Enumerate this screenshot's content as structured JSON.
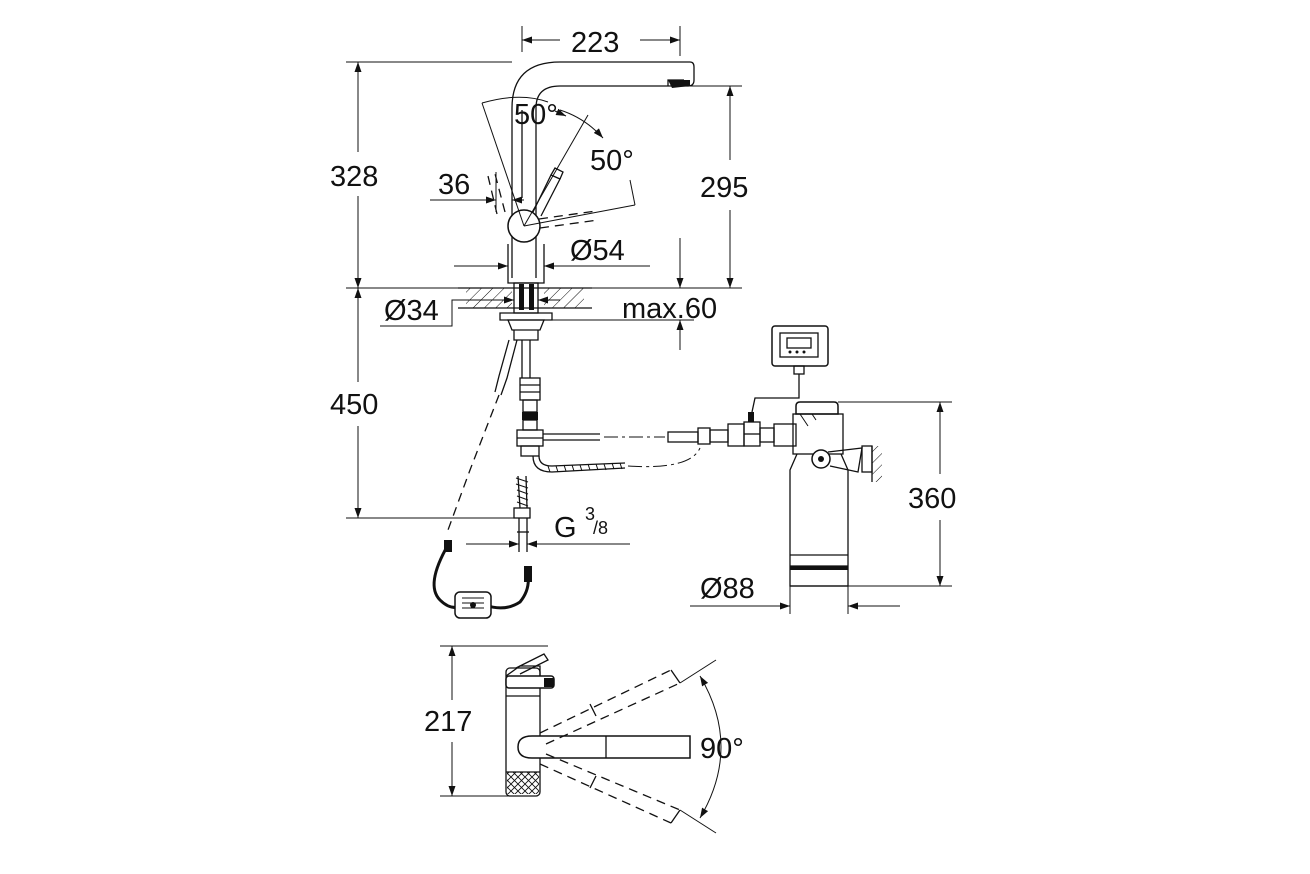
{
  "dimensions": {
    "d223": "223",
    "d328": "328",
    "d295": "295",
    "d36": "36",
    "angle_50a": "50°",
    "angle_50b": "50°",
    "dia54": "Ø54",
    "dia34": "Ø34",
    "max60": "max.60",
    "d450": "450",
    "d360": "360",
    "thread_g": "G",
    "thread_num": "3",
    "thread_den": "/8",
    "dia88": "Ø88",
    "d217": "217",
    "angle_90": "90°"
  },
  "colors": {
    "line": "#111111",
    "background": "#ffffff"
  }
}
